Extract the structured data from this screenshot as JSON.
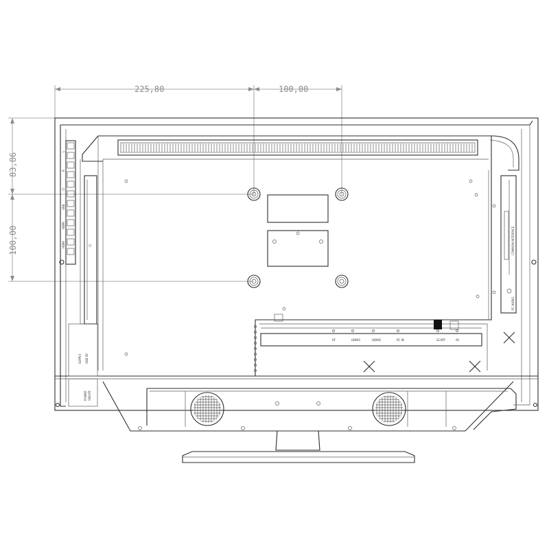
{
  "dimensions": {
    "vesa_horizontal_offset": "225,80",
    "vesa_horizontal_spacing": "100,00",
    "vesa_vertical_offset": "83,86",
    "vesa_vertical_spacing": "100,00"
  },
  "colors": {
    "line": "#2b2b2b",
    "dimension": "#8c8c8c",
    "background": "#ffffff"
  },
  "ports_left_side": [
    "L",
    "R",
    "CI",
    "USB",
    "HDMI",
    "HDMI"
  ],
  "ports_left_bottom": [
    "USB 5V",
    "SUPPLY",
    "POWER",
    "ON/OFF"
  ],
  "ports_bottom": [
    "RF",
    "HDMI1",
    "HDMI2",
    "PC IN",
    "SCART",
    "AV"
  ],
  "ports_right": [
    "COMMON INTERFACE",
    "PC AUDIO"
  ]
}
